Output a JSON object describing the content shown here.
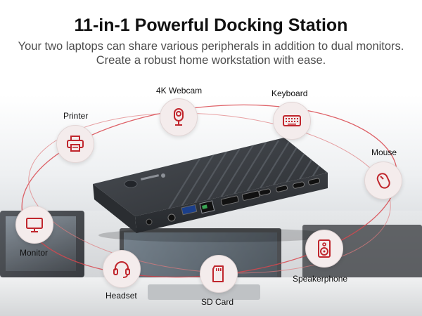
{
  "header": {
    "title": "11-in-1 Powerful Docking Station",
    "subtitle": "Your two laptops can share various peripherals in addition to dual monitors. Create a robust home workstation with ease."
  },
  "peripherals": [
    {
      "label": "4K Webcam",
      "icon": "webcam-icon"
    },
    {
      "label": "Keyboard",
      "icon": "keyboard-icon"
    },
    {
      "label": "Printer",
      "icon": "printer-icon"
    },
    {
      "label": "Mouse",
      "icon": "mouse-icon"
    },
    {
      "label": "Monitor",
      "icon": "monitor-icon"
    },
    {
      "label": "Speakerphone",
      "icon": "speaker-icon"
    },
    {
      "label": "Headset",
      "icon": "headset-icon"
    },
    {
      "label": "SD Card",
      "icon": "sd-card-icon"
    }
  ],
  "colors": {
    "accent": "#c0262d",
    "icon_bg": "#f4ecec",
    "dock_body": "#3a3d42"
  }
}
